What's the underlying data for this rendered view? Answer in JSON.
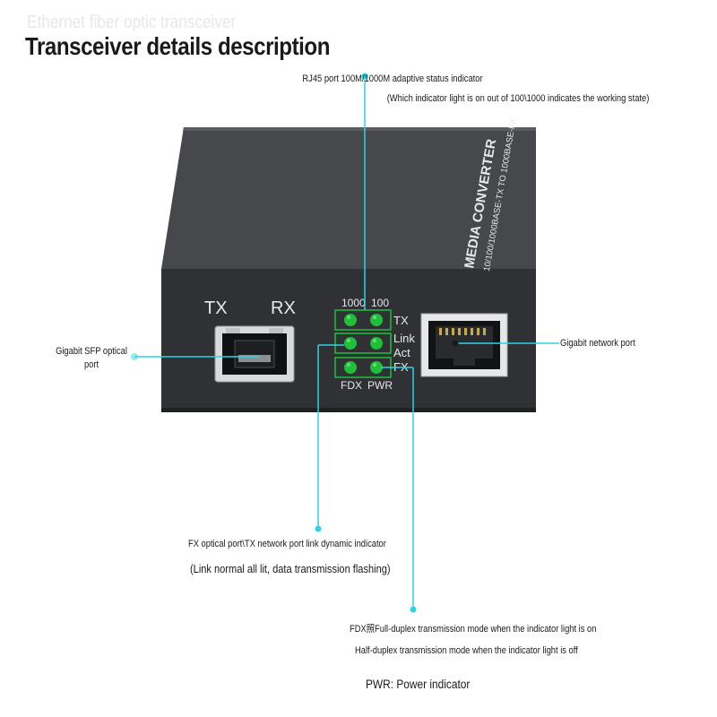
{
  "title": "Transceiver details description",
  "faint_header": "Ethernet fiber optic transceiver",
  "device": {
    "label_main": "MEDIA CONVERTER",
    "label_sub": "10/100/1000BASE-TX TO 1000BASE-FX",
    "port_tx": "TX",
    "port_rx": "RX",
    "led_top_1000": "1000",
    "led_top_100": "100",
    "led_row_tx": "TX",
    "led_row_link": "Link",
    "led_row_act": "Act",
    "led_row_fx": "FX",
    "led_bottom_fdx": "FDX",
    "led_bottom_pwr": "PWR"
  },
  "callouts": {
    "rj45_line1": "RJ45 port 100M/1000M adaptive status indicator",
    "rj45_line2": "(Which indicator light is on out of 100\\1000 indicates the working state)",
    "sfp_line1": "Gigabit SFP optical",
    "sfp_line2": "port",
    "gigabit_port": "Gigabit network port",
    "fx_line1": "FX optical port\\TX network port link dynamic indicator",
    "fx_line2": "(Link normal all lit, data transmission flashing)",
    "fdx_line1": "FDX照Full-duplex transmission mode when the indicator light is on",
    "fdx_line2": "Half-duplex transmission mode when the indicator light is off",
    "pwr_line": "PWR: Power indicator"
  },
  "colors": {
    "callout_line": "#2fd3e3",
    "led_green": "#1fbf3a",
    "device_front": "#2f3134",
    "device_top": "#46484c"
  }
}
